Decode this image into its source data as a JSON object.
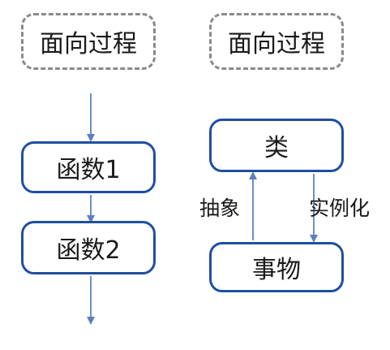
{
  "left_column": {
    "header": "面向过程",
    "step_1": "函数1",
    "step_2": "函数2"
  },
  "right_column": {
    "header": "面向过程",
    "top_box": "类",
    "bottom_box": "事物",
    "up_label": "抽象",
    "down_label": "实例化"
  },
  "colors": {
    "box_border": "#1f4f9f",
    "dashed_border": "#8a8a8a",
    "arrow": "#6e8ec4"
  }
}
